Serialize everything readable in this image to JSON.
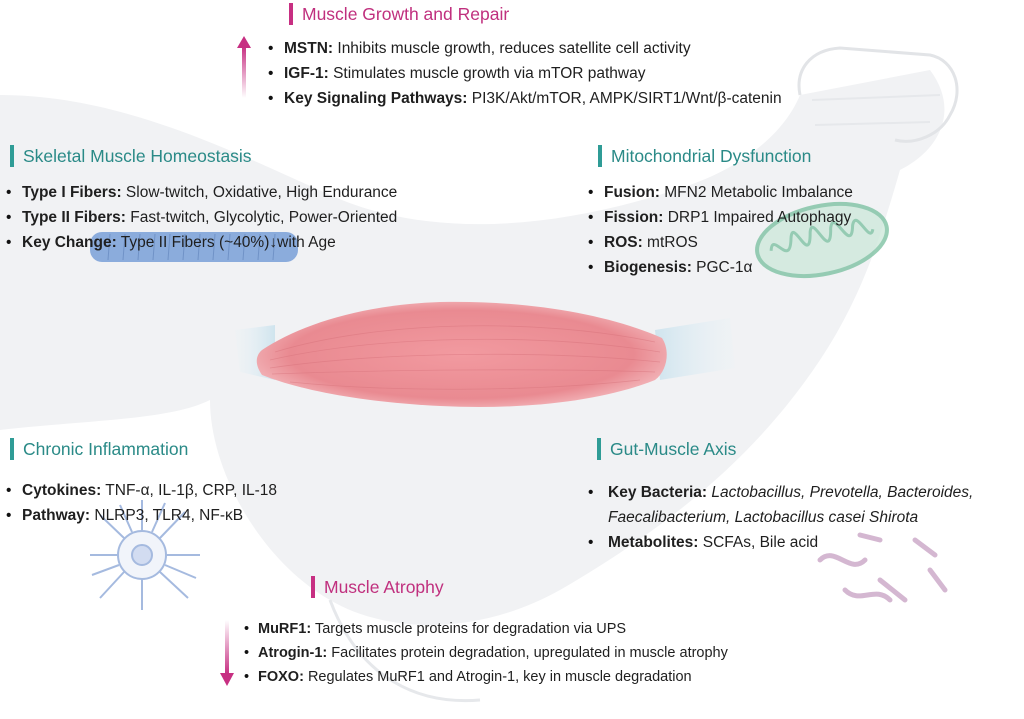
{
  "colors": {
    "teal": "#2f9c96",
    "pink": "#c72f82",
    "muscle": "#e47d84",
    "fiber_blue": "#6f97d3",
    "mito_green": "#7fc2a3"
  },
  "growth": {
    "title": "Muscle Growth and Repair",
    "items": [
      {
        "term": "MSTN:",
        "text": " Inhibits muscle growth, reduces satellite cell activity"
      },
      {
        "term": "IGF-1:",
        "text": " Stimulates muscle growth via mTOR pathway"
      },
      {
        "term": "Key Signaling Pathways:",
        "text": " PI3K/Akt/mTOR, AMPK/SIRT1/Wnt/β-catenin"
      }
    ]
  },
  "homeostasis": {
    "title": "Skeletal Muscle Homeostasis",
    "items": [
      {
        "term": "Type I Fibers:",
        "text": " Slow-twitch, Oxidative, High Endurance"
      },
      {
        "term": "Type II Fibers:",
        "text": " Fast-twitch, Glycolytic, Power-Oriented"
      },
      {
        "term": "Key Change:",
        "text": " Type II Fibers (~40%)↓with Age"
      }
    ]
  },
  "mito": {
    "title": "Mitochondrial Dysfunction",
    "items": [
      {
        "term": "Fusion:",
        "text": " MFN2 Metabolic Imbalance"
      },
      {
        "term": "Fission:",
        "text": " DRP1 Impaired Autophagy"
      },
      {
        "term": "ROS:",
        "text": " mtROS"
      },
      {
        "term": "Biogenesis:",
        "text": " PGC-1α"
      }
    ]
  },
  "inflammation": {
    "title": "Chronic Inflammation",
    "items": [
      {
        "term": "Cytokines:",
        "text": " TNF-α, IL-1β, CRP, IL-18"
      },
      {
        "term": "Pathway:",
        "text": " NLRP3, TLR4, NF-κB"
      }
    ]
  },
  "gut": {
    "title": "Gut-Muscle Axis",
    "bacteria_term": "Key Bacteria:",
    "bacteria_line1": "Lactobacillus, Prevotella, Bacteroides,",
    "bacteria_line2": "Faecalibacterium, Lactobacillus casei Shirota",
    "metabolites_term": "Metabolites:",
    "metabolites_text": " SCFAs, Bile acid"
  },
  "atrophy": {
    "title": "Muscle Atrophy",
    "items": [
      {
        "term": "MuRF1:",
        "text": " Targets muscle proteins for degradation via UPS"
      },
      {
        "term": "Atrogin-1:",
        "text": " Facilitates protein degradation, upregulated in muscle atrophy"
      },
      {
        "term": "FOXO:",
        "text": " Regulates MuRF1 and Atrogin-1, key in muscle degradation"
      }
    ]
  }
}
